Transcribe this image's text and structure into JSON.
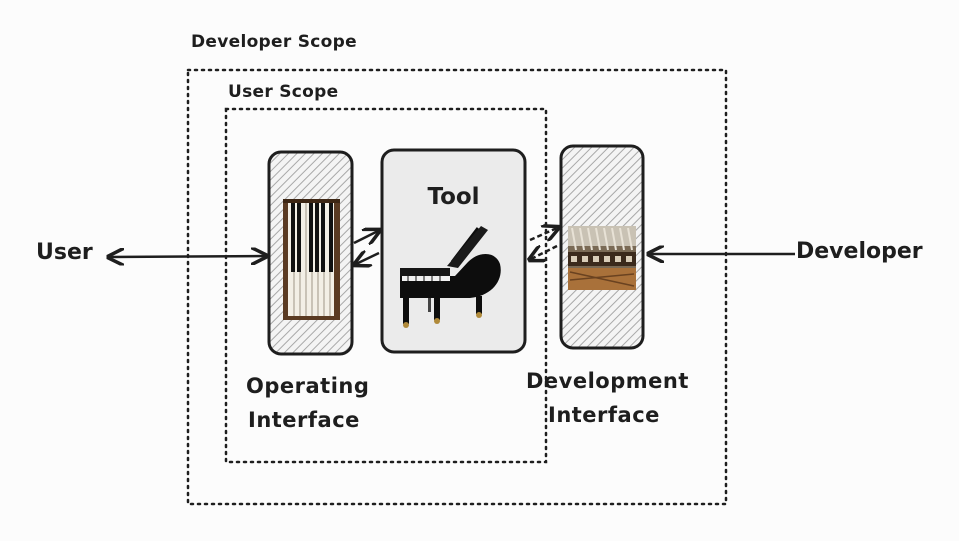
{
  "scopes": {
    "developer": "Developer Scope",
    "user": "User Scope"
  },
  "actors": {
    "user": "User",
    "developer": "Developer"
  },
  "components": {
    "operating_interface": [
      "Operating",
      "Interface"
    ],
    "tool": "Tool",
    "development_interface": [
      "Development",
      "Interface"
    ]
  },
  "icons": {
    "operating": "piano-keyboard-icon",
    "tool": "grand-piano-icon",
    "development": "piano-action-mechanism-icon"
  },
  "colors": {
    "stroke": "#1e1e1e",
    "tool_fill": "#ebebeb",
    "hatch": "#9a9a9a",
    "background": "#fcfcfc"
  }
}
